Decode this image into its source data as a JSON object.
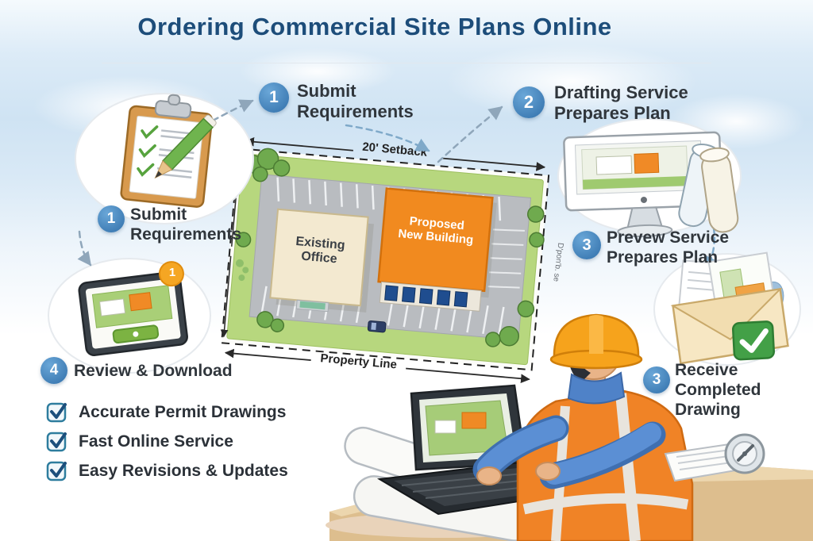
{
  "title": "Ordering Commercial Site Plans Online",
  "steps": {
    "submit_top": {
      "number": "1",
      "label": "Submit\nRequirements"
    },
    "drafting_top": {
      "number": "2",
      "label": "Drafting Service\nPrepares Plan"
    },
    "submit_left": {
      "number": "1",
      "label": "Submit\nRequirements"
    },
    "preview_right": {
      "number": "3",
      "label": "Prevew Service\nPrepares Plan"
    },
    "review_left": {
      "number": "4",
      "label": "Review & Download"
    },
    "receive_right": {
      "number": "3",
      "label": "Receive\nCompleted\nDrawing"
    }
  },
  "site_plan": {
    "setback_label": "20' Setback",
    "existing_building_label": "Existing\nOffice",
    "proposed_building_label": "Proposed\nNew Building",
    "property_line_label": "Property Line",
    "side_note": "D'pon'b. se"
  },
  "tablet": {
    "notification_count": "1"
  },
  "checklist": [
    "Accurate Permit Drawings",
    "Fast Online Service",
    "Easy Revisions & Updates"
  ],
  "colors": {
    "title_blue": "#1d4d7a",
    "badge_blue": "#4a8ac0",
    "step_text": "#30363c",
    "proposed_orange": "#f18a1f",
    "grass_green": "#b7d77e",
    "asphalt_gray": "#b9bcc0",
    "check_green": "#43a047",
    "vest_orange": "#f08326",
    "hardhat_orange": "#f6a31c",
    "checkbox_teal": "#2e7d9e"
  }
}
